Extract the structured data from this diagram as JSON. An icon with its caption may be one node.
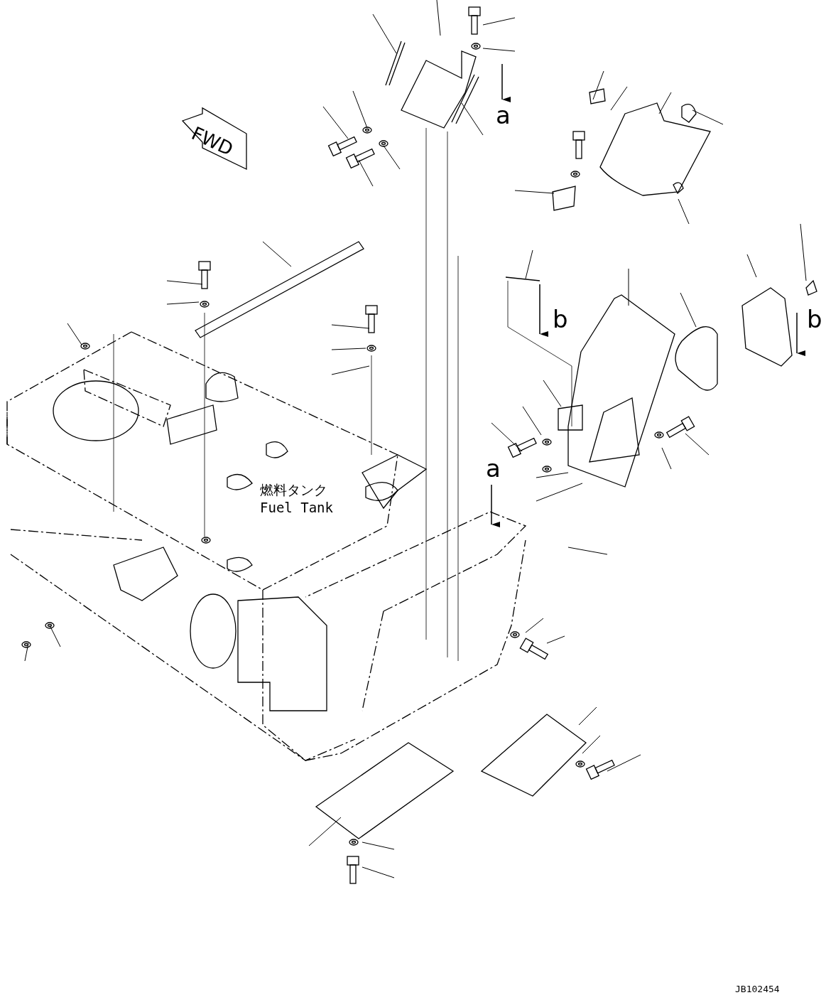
{
  "diagram": {
    "nodes": [
      {
        "text": [
          "FWD"
        ]
      }
    ],
    "labels": [
      "a",
      "b",
      "b",
      "a",
      "燃料タンク",
      "Fuel Tank",
      "JB102454"
    ]
  }
}
